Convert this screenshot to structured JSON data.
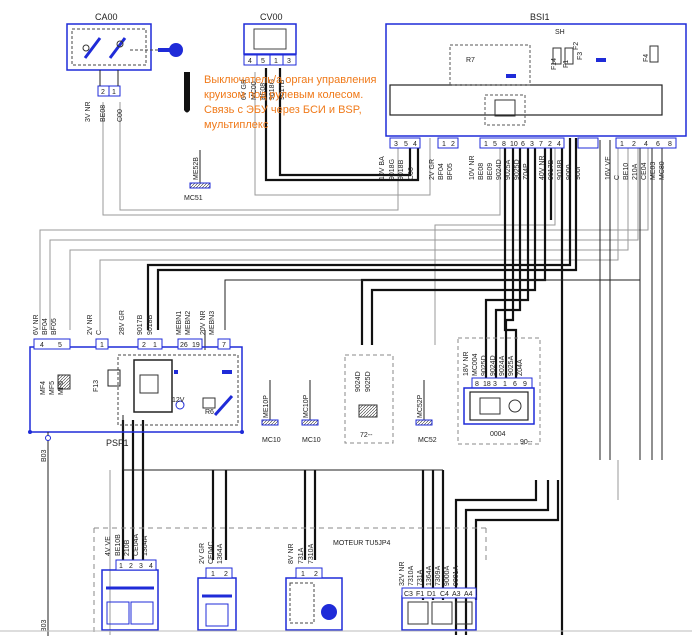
{
  "components": {
    "ca00": {
      "ref": "CA00",
      "pins": [
        "2",
        "1"
      ],
      "wires": [
        "3V NR",
        "BE08",
        "C00"
      ]
    },
    "cv00": {
      "ref": "CV00",
      "pins": [
        "4",
        "5",
        "1",
        "3"
      ],
      "wires": [
        "6V GR",
        "MC00",
        "BE08",
        "9018G",
        "9017B"
      ]
    },
    "bsi1": {
      "ref": "BSI1",
      "fuses": [
        "SH",
        "F14",
        "F1",
        "F4",
        "R7",
        "F3",
        "F2"
      ],
      "pins_left": [
        "3",
        "5",
        "4"
      ],
      "pins_mid": [
        "1",
        "2"
      ],
      "pins_right": [
        "1",
        "5",
        "8",
        "10",
        "6",
        "3",
        "7",
        "2",
        "4"
      ],
      "pins_far": [
        "1",
        "2",
        "4",
        "6",
        "8"
      ],
      "wires_a": [
        "10V BA",
        "9018G",
        "9018B",
        "C00"
      ],
      "wires_b": [
        "2V GR",
        "BF04",
        "BF05"
      ],
      "wires_c": [
        "10V NR",
        "BE08",
        "BE09",
        "9024D",
        "9025A",
        "9025D",
        "Z04P"
      ],
      "wires_d": [
        "40V NR",
        "9017B",
        "9018B",
        "9000",
        "900I"
      ],
      "wires_e": [
        "16V VE",
        "C",
        "BE10",
        "210A",
        "CE04",
        "ME03",
        "MC80"
      ]
    },
    "ground_mc51": {
      "ref": "MC51",
      "wire": "ME52B"
    },
    "psf1": {
      "ref": "PSF1",
      "pins": [
        "4",
        "5",
        "1",
        "2",
        "1",
        "26",
        "19",
        "7"
      ],
      "wires_a": [
        "6V NR",
        "BF04",
        "BF05"
      ],
      "wires_b": [
        "2V NR",
        "C"
      ],
      "wires_c": [
        "28V GR",
        "9017B",
        "9018B"
      ],
      "wires_d": [
        "MEBN1",
        "MEBN2"
      ],
      "wires_e": [
        "20V NR",
        "MEBN3"
      ],
      "internal": [
        "MF4",
        "MF5",
        "MF6",
        "F13",
        "12V",
        "R6"
      ]
    },
    "ground_me10p": {
      "ref": "MC10",
      "wire": "ME10P"
    },
    "ground_mc10p": {
      "ref": "MC10",
      "wire": "MC10P"
    },
    "conn72": {
      "ref": "72--",
      "wires": [
        "9024D",
        "9025D"
      ]
    },
    "ground_mc52": {
      "ref": "MC52",
      "wire": "MC52P"
    },
    "c0004": {
      "ref": "0004",
      "pins": [
        "8",
        "18",
        "3",
        "1",
        "6",
        "9"
      ],
      "wires": [
        "18V NR",
        "MC004",
        "9025D",
        "9024D",
        "9024A",
        "9025A",
        "Z04A"
      ],
      "group": "90--"
    },
    "bottom": {
      "wire_b03": "B03",
      "b03_end": "B03",
      "left_group": {
        "wires": [
          "4V VE",
          "BE10B",
          "210B",
          "CE04A",
          "1304A"
        ],
        "pins": [
          "1",
          "2",
          "3",
          "4"
        ]
      },
      "mid_group": {
        "wires": [
          "2V GR",
          "CE04C",
          "1364A"
        ],
        "pins": [
          "1",
          "2"
        ]
      },
      "right_group": {
        "wires": [
          "8V NR",
          "731A",
          "7310A"
        ],
        "pins": [
          "1",
          "2"
        ]
      },
      "engine_label": "MOTEUR TU5JP4",
      "far_group": {
        "wires": [
          "32V NR",
          "7310A",
          "731A",
          "1364A",
          "7309A",
          "9000A",
          "9001A"
        ],
        "pins": [
          "C3",
          "F1",
          "D1",
          "C4",
          "A3",
          "A4"
        ]
      }
    }
  },
  "annotation": {
    "text": "Выключатель/а орган управления круизом под рулевым колесом. Связь с ЭБУ через БСИ и BSP, мультиплекс",
    "color": "#f07a1a"
  },
  "colors": {
    "wire": "#1a1a1a",
    "component_border": "#1f2bd8",
    "light_wire": "#999999",
    "dashed": "#888888"
  }
}
